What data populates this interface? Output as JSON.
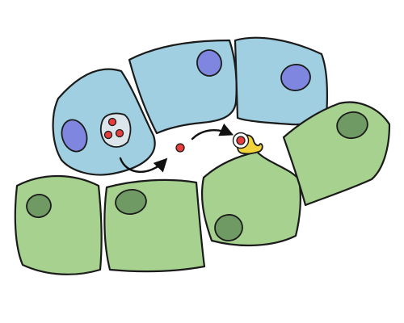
{
  "colors": {
    "background": "#ffffff",
    "blue_cell_fill": "#9fcfe0",
    "blue_nucleus_fill": "#7f86e0",
    "green_cell_fill": "#a6d18f",
    "green_nucleus_fill": "#6f9a63",
    "vesicle_fill": "#dbe5ea",
    "molecule_fill": "#e63d3d",
    "receptor_fill": "#f1d33a",
    "outline": "#1b1b1b"
  },
  "diagram": {
    "blue_cells": [
      {
        "name": "blue-cell-1",
        "has_nucleus": true,
        "has_vesicle": true
      },
      {
        "name": "blue-cell-2",
        "has_nucleus": true,
        "has_vesicle": false
      },
      {
        "name": "blue-cell-3",
        "has_nucleus": true,
        "has_vesicle": false
      }
    ],
    "green_cells": [
      {
        "name": "green-cell-1",
        "has_nucleus": true
      },
      {
        "name": "green-cell-2",
        "has_nucleus": true
      },
      {
        "name": "green-cell-3",
        "has_nucleus": true,
        "has_receptor": true
      },
      {
        "name": "green-cell-4",
        "has_nucleus": true
      }
    ],
    "vesicle_molecule_count": 3,
    "free_molecule_count": 1,
    "bound_molecule_count": 1,
    "arrows": [
      {
        "name": "arrow-secretion",
        "from": "blue-cell-1",
        "to": "extracellular-space"
      },
      {
        "name": "arrow-binding",
        "from": "extracellular-space",
        "to": "receptor"
      }
    ]
  }
}
